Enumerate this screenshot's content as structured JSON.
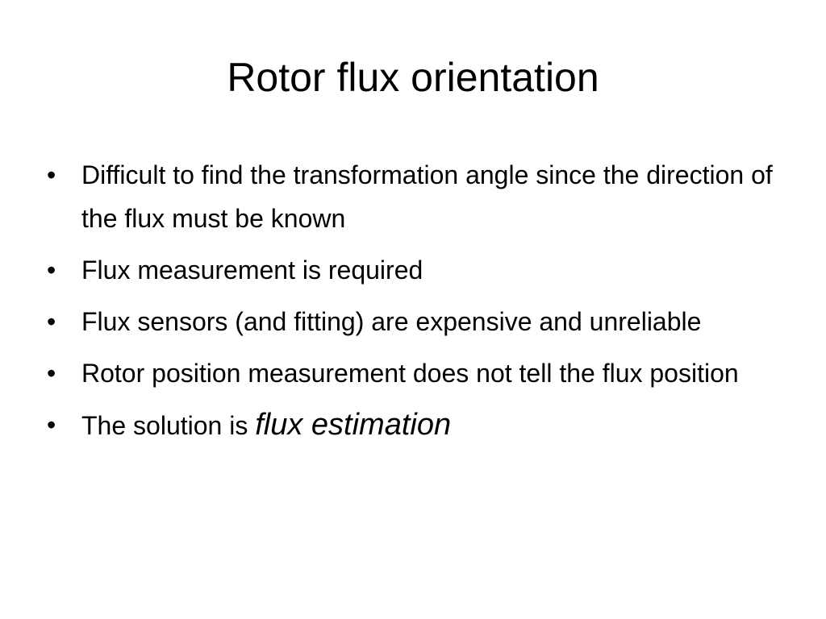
{
  "slide": {
    "title": "Rotor flux orientation",
    "bullets": [
      "Difficult to find the transformation angle since the direction of the flux must be known",
      "Flux measurement is required",
      "Flux sensors (and fitting) are expensive and unreliable",
      "Rotor position measurement does not tell the flux position"
    ],
    "last_bullet": {
      "prefix": "The solution is ",
      "emphasis": "flux estimation"
    },
    "bullet_glyph": "•"
  }
}
